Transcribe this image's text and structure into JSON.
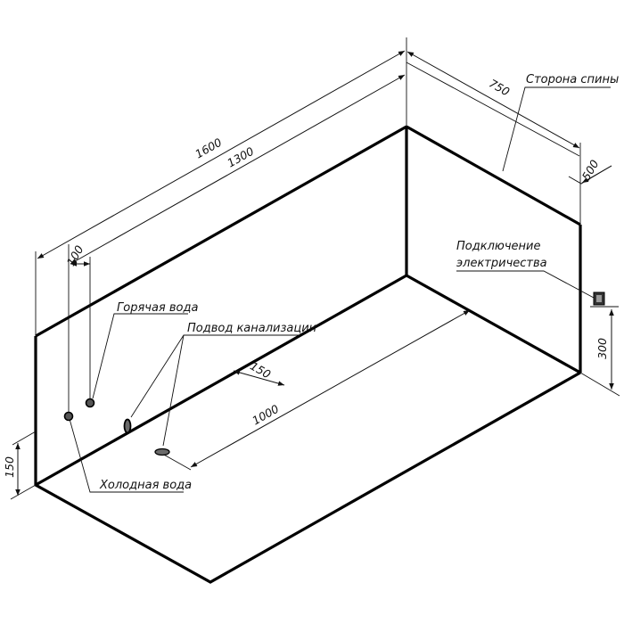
{
  "dimensions": {
    "length_total": "1600",
    "length_inner": "1300",
    "offset_pipes": "100",
    "depth": "750",
    "power_offset": "500",
    "power_height": "300",
    "water_height": "150",
    "drain_offset": "150",
    "drain_length": "1000"
  },
  "labels": {
    "back_side": "Сторона спины",
    "power_connection_line1": "Подключение",
    "power_connection_line2": "электричества",
    "hot_water": "Горячая вода",
    "drain_connection": "Подвод канализации",
    "cold_water": "Холодная вода"
  },
  "colors": {
    "line": "#000000",
    "fitting_fill": "#6a6a6a",
    "background": "#ffffff"
  }
}
